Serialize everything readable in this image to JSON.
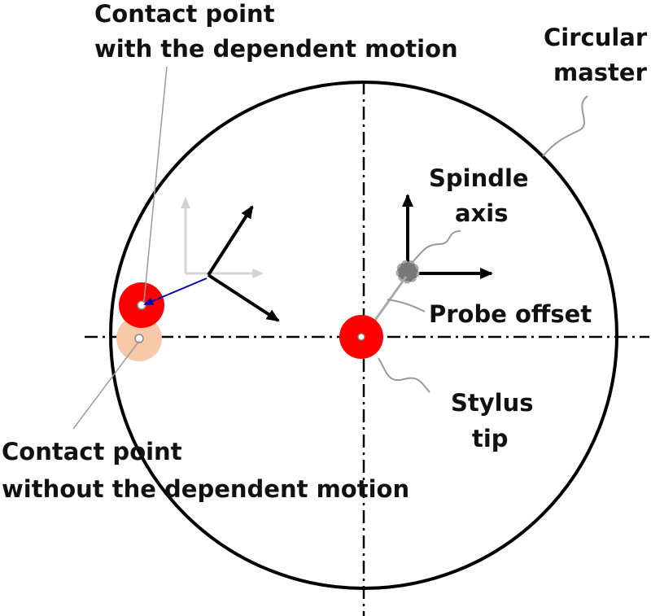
{
  "labels": {
    "contact_with": [
      "Contact point",
      "with the dependent motion"
    ],
    "circular_master": [
      "Circular",
      "master"
    ],
    "spindle_axis": [
      "Spindle",
      "axis"
    ],
    "probe_offset": "Probe offset",
    "stylus_tip": [
      "Stylus",
      "tip"
    ],
    "contact_without": [
      "Contact point",
      "without the dependent motion"
    ]
  },
  "colors": {
    "outline": "#000000",
    "stylus_red": "#ff0000",
    "ghost_contact": "#f7c9a8",
    "leader_gray": "#9a9a9a",
    "ghost_axes": "#d4d4d4",
    "offset_arrow": "#0000aa",
    "spindle_gray": "#777777"
  }
}
